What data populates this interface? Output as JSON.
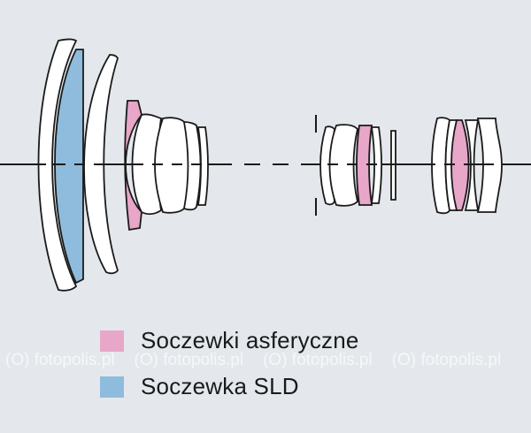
{
  "legend": [
    {
      "label": "Soczewki asferyczne",
      "color": "#e8a6c8"
    },
    {
      "label": "Soczewka SLD",
      "color": "#8fbcdc"
    }
  ],
  "watermark": [
    "(O) fotopolis.pl",
    "(O) fotopolis.pl",
    "(O) fotopolis.pl",
    "(O) fotopolis.pl"
  ],
  "colors": {
    "background": "#e4e8ec",
    "outline": "#1a1a1a",
    "lens_fill": "#ffffff"
  }
}
